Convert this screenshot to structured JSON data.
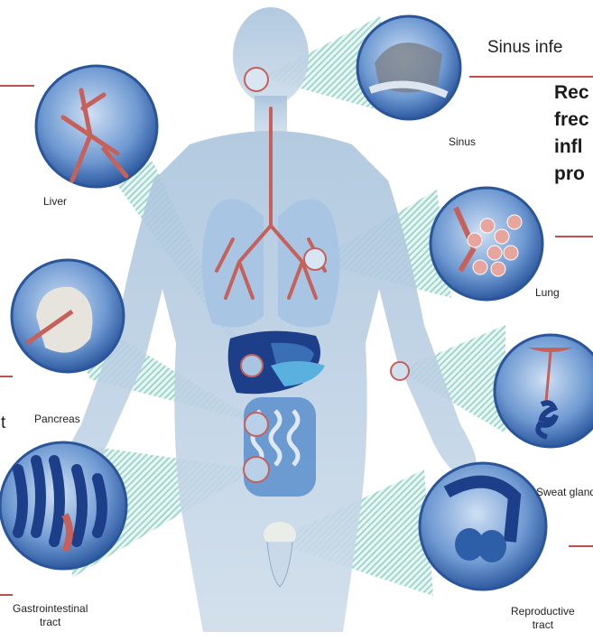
{
  "organs": {
    "sinus": "Sinus",
    "liver": "Liver",
    "lung": "Lung",
    "pancreas": "Pancreas",
    "sweat": "Sweat gland",
    "gi": "Gastrointestinal\ntract",
    "repro": "Reproductive\ntract"
  },
  "overlay": {
    "sinus_text": "Sinus infe",
    "lines": [
      "Rec",
      "frec",
      "infl",
      "pro"
    ],
    "fragment": "t"
  },
  "colors": {
    "body": "#b4cbe0",
    "organ_blue": "#3a6fb6",
    "deep_blue": "#1d3f8a",
    "artery": "#c5615a",
    "accent_red": "#c0504d",
    "stripe": "#8fd0c4"
  }
}
